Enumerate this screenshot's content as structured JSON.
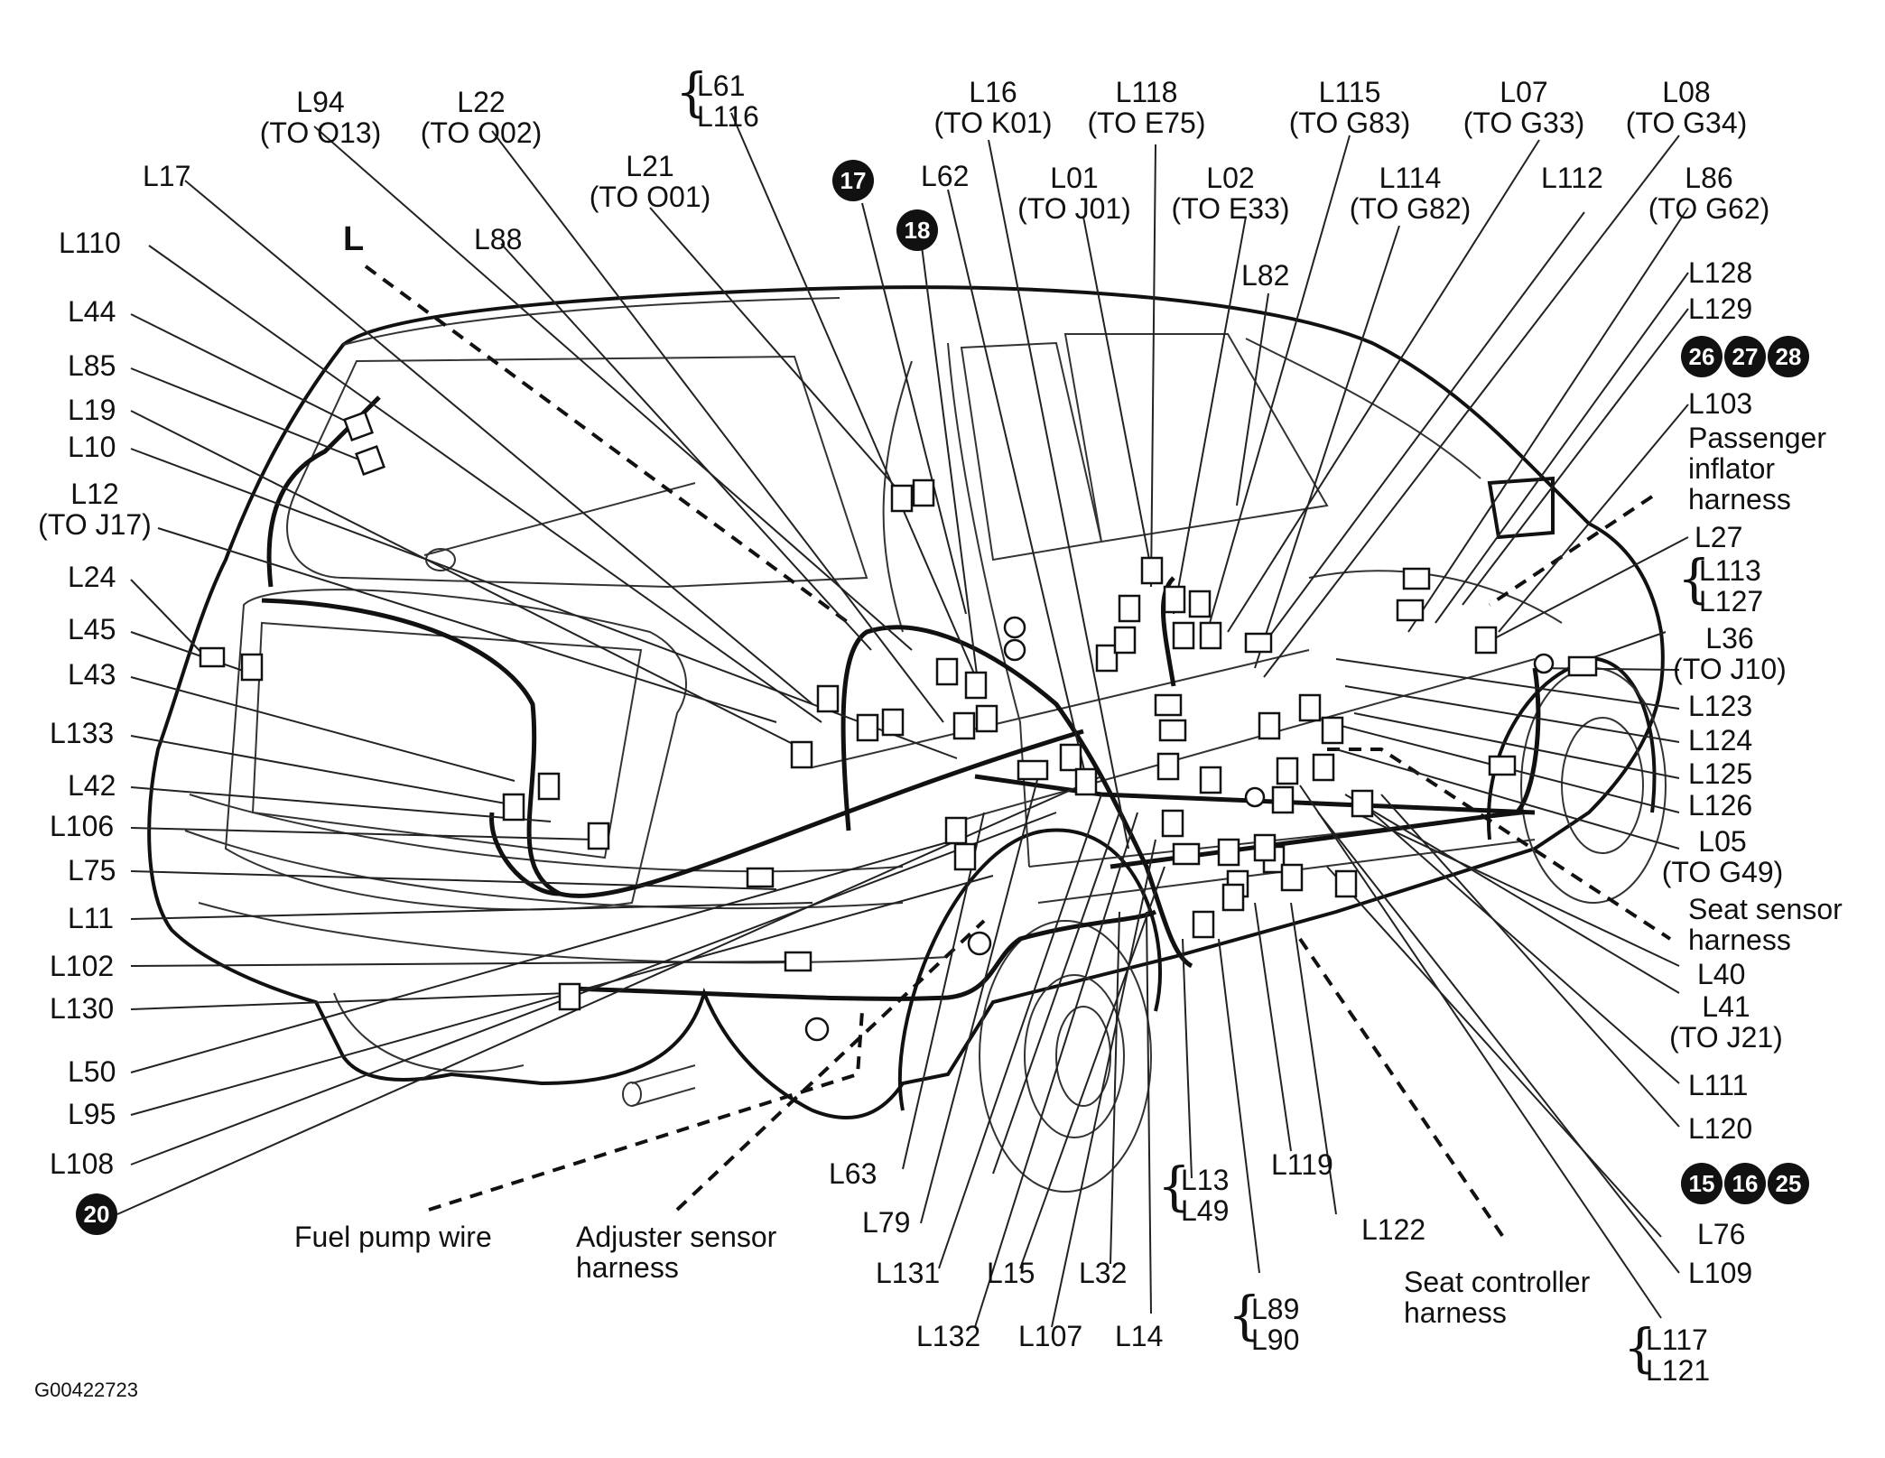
{
  "diagram_id": "G00422723",
  "section_marker": "L",
  "labels_top": {
    "l94": "L94",
    "l94_to": "(TO O13)",
    "l22": "L22",
    "l22_to": "(TO O02)",
    "l61": "L61",
    "l116": "L116",
    "l21": "L21",
    "l21_to": "(TO O01)",
    "l17": "L17",
    "l88": "L88",
    "l110": "L110",
    "l16": "L16",
    "l16_to": "(TO K01)",
    "l118": "L118",
    "l118_to": "(TO E75)",
    "l115": "L115",
    "l115_to": "(TO G83)",
    "l07": "L07",
    "l07_to": "(TO G33)",
    "l08": "L08",
    "l08_to": "(TO G34)",
    "l62": "L62",
    "l01": "L01",
    "l01_to": "(TO J01)",
    "l02": "L02",
    "l02_to": "(TO E33)",
    "l114": "L114",
    "l114_to": "(TO G82)",
    "l112": "L112",
    "l86": "L86",
    "l86_to": "(TO G62)",
    "l82": "L82"
  },
  "labels_left": {
    "l44": "L44",
    "l85": "L85",
    "l19": "L19",
    "l10": "L10",
    "l12": "L12",
    "l12_to": "(TO J17)",
    "l24": "L24",
    "l45": "L45",
    "l43": "L43",
    "l133": "L133",
    "l42": "L42",
    "l106": "L106",
    "l75": "L75",
    "l11": "L11",
    "l102": "L102",
    "l130": "L130",
    "l50": "L50",
    "l95": "L95",
    "l108": "L108"
  },
  "labels_right": {
    "l128": "L128",
    "l129": "L129",
    "l103": "L103",
    "passenger_inflator": [
      "Passenger",
      "inflator",
      "harness"
    ],
    "l27": "L27",
    "l113": "L113",
    "l127": "L127",
    "l36": "L36",
    "l36_to": "(TO J10)",
    "l123": "L123",
    "l124": "L124",
    "l125": "L125",
    "l126": "L126",
    "l05": "L05",
    "l05_to": "(TO G49)",
    "seat_sensor": [
      "Seat sensor",
      "harness"
    ],
    "l40": "L40",
    "l41": "L41",
    "l41_to": "(TO J21)",
    "l111": "L111",
    "l120": "L120",
    "l76": "L76",
    "l109": "L109",
    "l117": "L117",
    "l121": "L121"
  },
  "labels_bottom": {
    "fuel_pump": "Fuel pump wire",
    "adjuster": [
      "Adjuster sensor",
      "harness"
    ],
    "l63": "L63",
    "l79": "L79",
    "l131": "L131",
    "l132": "L132",
    "l15": "L15",
    "l107": "L107",
    "l32": "L32",
    "l14": "L14",
    "l13": "L13",
    "l49": "L49",
    "l89": "L89",
    "l90": "L90",
    "l119": "L119",
    "l122": "L122",
    "seat_controller": [
      "Seat controller",
      "harness"
    ]
  },
  "badges": {
    "b17": "17",
    "b18": "18",
    "b26": "26",
    "b27": "27",
    "b28": "28",
    "b20": "20",
    "b15": "15",
    "b16": "16",
    "b25": "25"
  }
}
